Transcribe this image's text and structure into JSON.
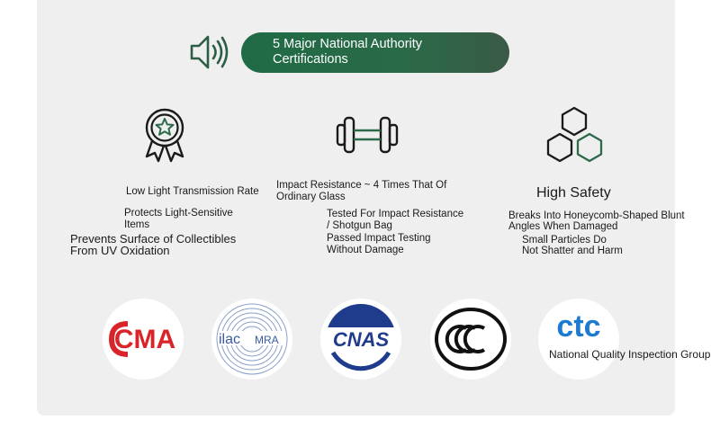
{
  "header": {
    "speaker_icon": "speaker-icon",
    "title_line1": "5 Major National Authority",
    "title_line2": "Certifications"
  },
  "features": [
    {
      "icon": "award-ribbon-icon",
      "title": "Low Light Transmission Rate",
      "line1a": "Protects Light-Sensitive",
      "line1b": "Items",
      "line2a": "Prevents Surface of Collectibles",
      "line2b": "From UV Oxidation"
    },
    {
      "icon": "dumbbell-icon",
      "title_a": "Impact Resistance ~ 4 Times That Of",
      "title_b": "Ordinary Glass",
      "line1a": "Tested For Impact Resistance",
      "line1b": "/ Shotgun Bag",
      "line2a": "Passed Impact Testing",
      "line2b": "Without Damage"
    },
    {
      "icon": "honeycomb-icon",
      "title": "High Safety",
      "line1a": "Breaks Into Honeycomb-Shaped Blunt",
      "line1b": "Angles When Damaged",
      "line2a": "Small Particles Do",
      "line2b": "Not Shatter and Harm"
    }
  ],
  "certifications": {
    "cma": "CMA",
    "ilac_a": "ilac",
    "ilac_b": "MRA",
    "cnas": "CNAS",
    "ccc": "CCC",
    "ctc": "ctc",
    "ctc_caption": "National Quality Inspection Group",
    "colors": {
      "red": "#d9252a",
      "navy": "#1f3c8c",
      "ilac_blue": "#3a5aa0",
      "ctc_blue": "#1d7ad0"
    }
  },
  "colors": {
    "brand_green": "#1f6b45",
    "panel_bg": "#efefef"
  }
}
